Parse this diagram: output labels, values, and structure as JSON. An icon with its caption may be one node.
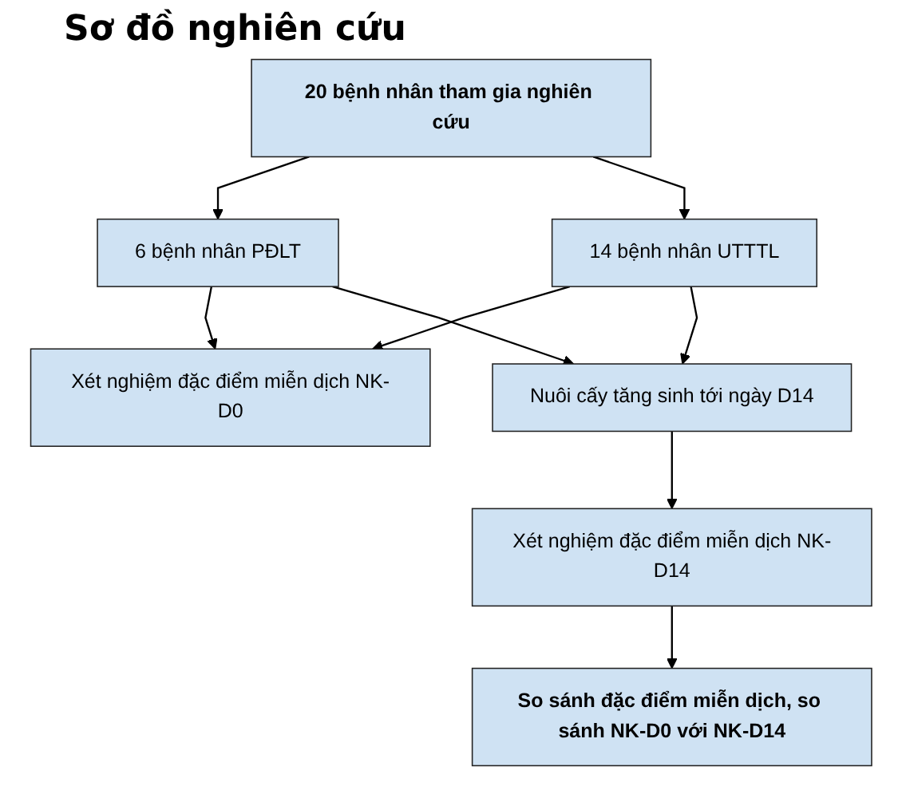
{
  "diagram": {
    "title": "Sơ đồ nghiên cứu",
    "nodes": [
      {
        "text": [
          "20 bệnh nhân tham gia nghiên cứu"
        ]
      },
      {
        "text": [
          "6 bệnh nhân PĐLT"
        ]
      },
      {
        "text": [
          "14 bệnh nhân UTTTL"
        ]
      },
      {
        "text": [
          "Xét nghiệm đặc điểm miễn dịch NK-D0"
        ]
      },
      {
        "text": [
          "Nuôi cấy tăng sinh tới ngày D14"
        ]
      },
      {
        "text": [
          "Xét nghiệm đặc điểm miễn dịch NK-D14"
        ]
      },
      {
        "text": [
          "So sánh đặc điểm miễn dịch, so sánh NK-D0 với NK-D14"
        ]
      }
    ],
    "edges": [
      {
        "from": 0,
        "to": 1,
        "arrow": "to"
      },
      {
        "from": 0,
        "to": 2,
        "arrow": "to"
      },
      {
        "from": 1,
        "to": 3,
        "arrow": "to"
      },
      {
        "from": 2,
        "to": 3,
        "arrow": "to"
      },
      {
        "from": 2,
        "to": 4,
        "arrow": "to"
      },
      {
        "from": 1,
        "to": 4,
        "arrow": "to"
      },
      {
        "from": 4,
        "to": 5,
        "arrow": "to"
      },
      {
        "from": 5,
        "to": 6,
        "arrow": "to"
      }
    ]
  }
}
